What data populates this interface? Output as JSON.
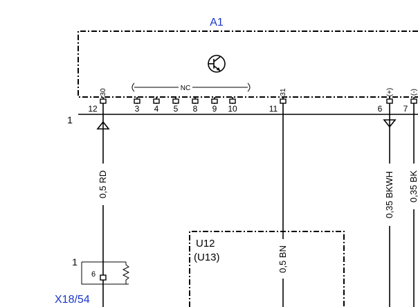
{
  "module": {
    "name": "A1",
    "nc_label": "NC",
    "row_label": "1",
    "pins": [
      {
        "num": "12",
        "tag": "30"
      },
      {
        "num": "3",
        "tag": ""
      },
      {
        "num": "4",
        "tag": ""
      },
      {
        "num": "5",
        "tag": ""
      },
      {
        "num": "8",
        "tag": ""
      },
      {
        "num": "9",
        "tag": ""
      },
      {
        "num": "10",
        "tag": ""
      },
      {
        "num": "11",
        "tag": "31"
      },
      {
        "num": "6",
        "tag": "(+)"
      },
      {
        "num": "7",
        "tag": "(-)"
      }
    ]
  },
  "wires": [
    {
      "label": "0,5 RD"
    },
    {
      "label": "0,5 BN"
    },
    {
      "label": "0,35 BKWH"
    },
    {
      "label": "0,35 BK"
    }
  ],
  "sub_module": {
    "name": "U12",
    "alt_name": "(U13)"
  },
  "connector": {
    "name": "X18/54",
    "row_label": "1",
    "pin": "6"
  },
  "colors": {
    "module_label": "#1a36c8",
    "connector_label": "#1a36c8"
  }
}
